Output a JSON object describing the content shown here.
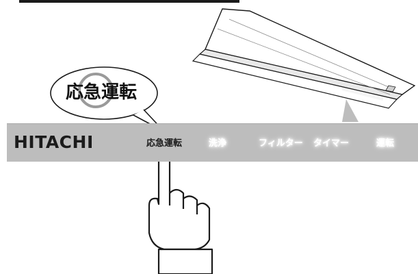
{
  "callout": {
    "text": "応急運転"
  },
  "panel": {
    "brand": "HITACHI",
    "buttons": [
      {
        "label": "応急運転",
        "state": "active"
      },
      {
        "label": "洗浄",
        "state": "inactive"
      },
      {
        "label": "フィルター",
        "state": "inactive"
      },
      {
        "label": "タイマー",
        "state": "inactive"
      },
      {
        "label": "運転",
        "state": "inactive"
      }
    ]
  },
  "icons": [
    "ceiling-ac-unit-illustration",
    "pointing-hand-icon",
    "speech-bubble",
    "emergency-button-indicator"
  ],
  "colors": {
    "panel": "#bdbdbd",
    "text": "#1b1b1b",
    "glow": "#ffffff"
  }
}
